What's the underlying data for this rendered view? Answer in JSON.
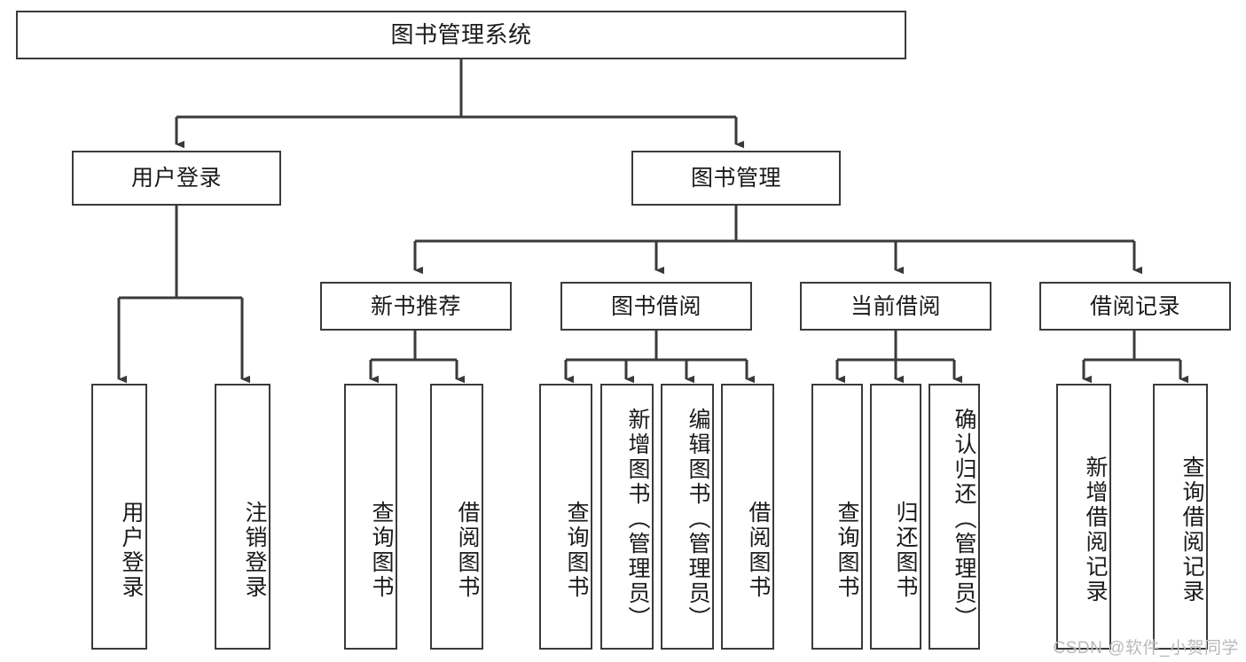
{
  "diagram": {
    "title": "图书管理系统",
    "type": "tree-hierarchy",
    "colors": {
      "stroke": "#3a3a3a",
      "fill": "#ffffff",
      "text": "#1a1a1a",
      "watermark": "#b9b9b9"
    },
    "root": {
      "label": "图书管理系统"
    },
    "level2": [
      {
        "label": "用户登录"
      },
      {
        "label": "图书管理"
      }
    ],
    "level3": [
      {
        "label": "新书推荐"
      },
      {
        "label": "图书借阅"
      },
      {
        "label": "当前借阅"
      },
      {
        "label": "借阅记录"
      }
    ],
    "leaves": {
      "user_login": [
        {
          "label": "用户登录"
        },
        {
          "label": "注销登录"
        }
      ],
      "new_book_recommend": [
        {
          "label": "查询图书"
        },
        {
          "label": "借阅图书"
        }
      ],
      "book_borrow": [
        {
          "label": "查询图书"
        },
        {
          "label": "新增图书（管理员）"
        },
        {
          "label": "编辑图书（管理员）"
        },
        {
          "label": "借阅图书"
        }
      ],
      "current_borrow": [
        {
          "label": "查询图书"
        },
        {
          "label": "归还图书"
        },
        {
          "label": "确认归还（管理员）"
        }
      ],
      "borrow_record": [
        {
          "label": "新增借阅记录"
        },
        {
          "label": "查询借阅记录"
        }
      ]
    },
    "watermark": "CSDN @软件_小贺同学"
  }
}
